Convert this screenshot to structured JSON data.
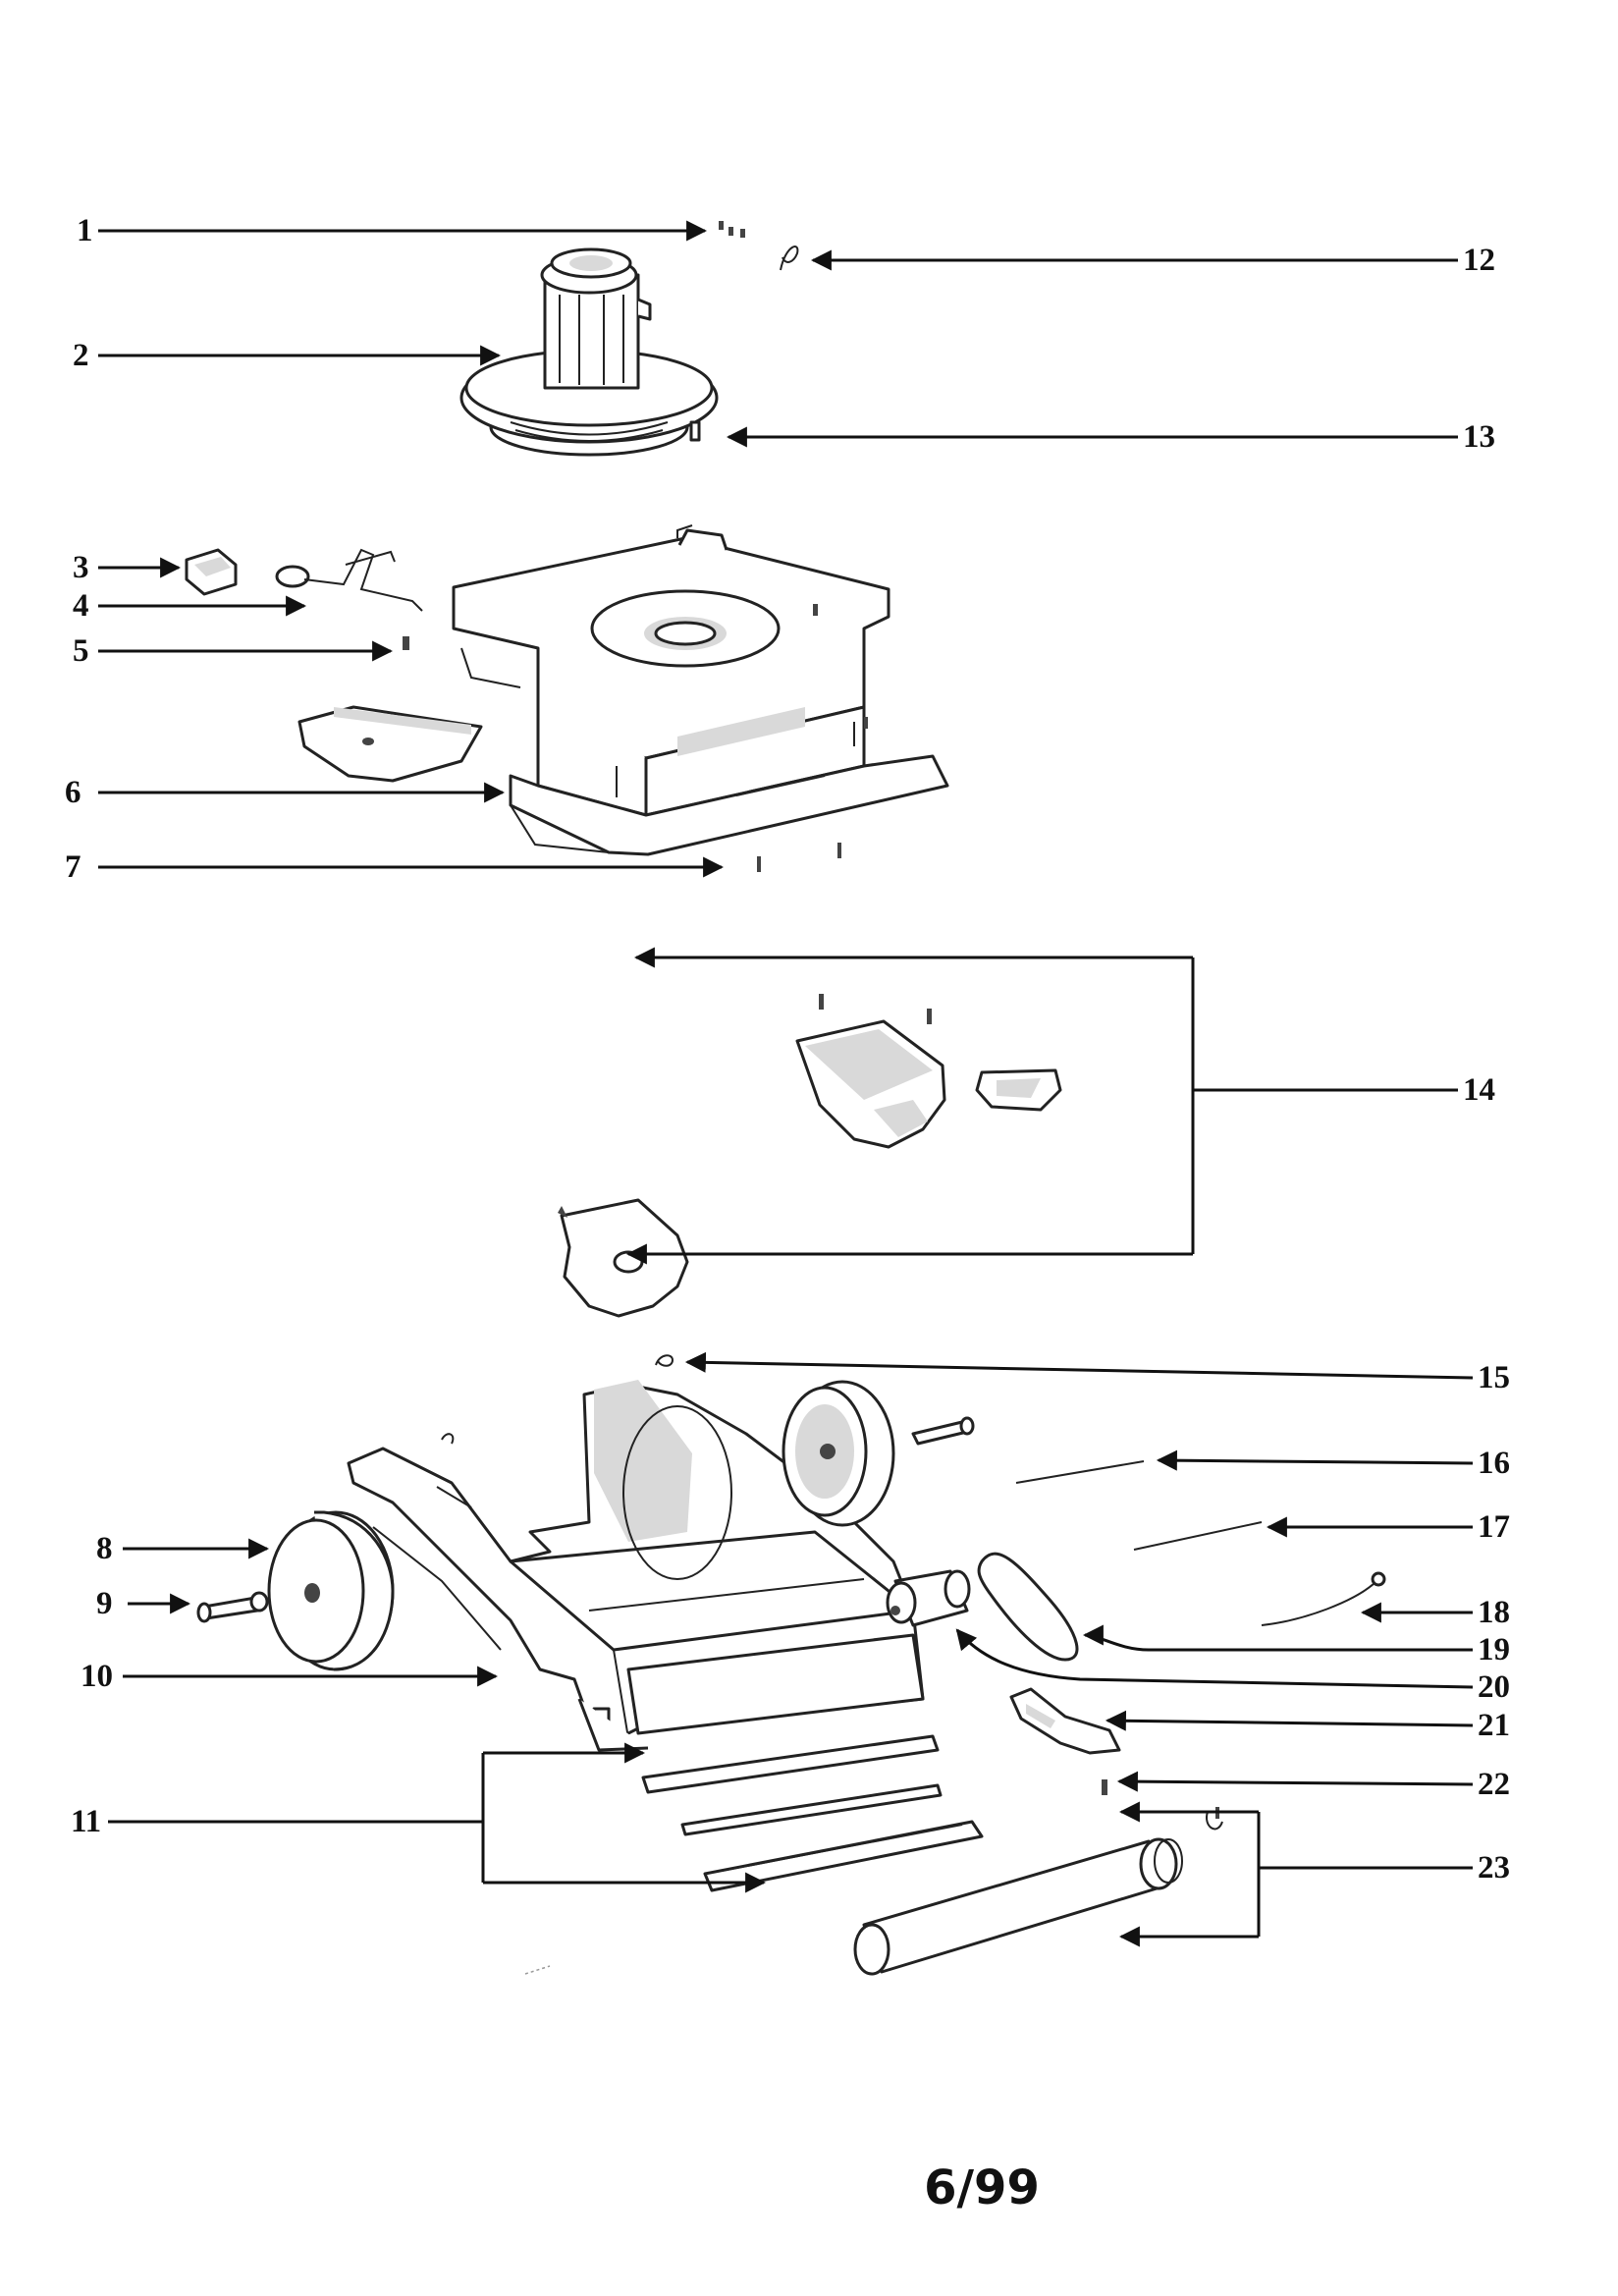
{
  "callouts": {
    "c1": "1",
    "c2": "2",
    "c3": "3",
    "c4": "4",
    "c5": "5",
    "c6": "6",
    "c7": "7",
    "c8": "8",
    "c9": "9",
    "c10": "10",
    "c11": "11",
    "c12": "12",
    "c13": "13",
    "c14": "14",
    "c15": "15",
    "c16": "16",
    "c17": "17",
    "c18": "18",
    "c19": "19",
    "c20": "20",
    "c21": "21",
    "c22": "22",
    "c23": "23"
  },
  "footer": {
    "page_code": "6/99"
  }
}
